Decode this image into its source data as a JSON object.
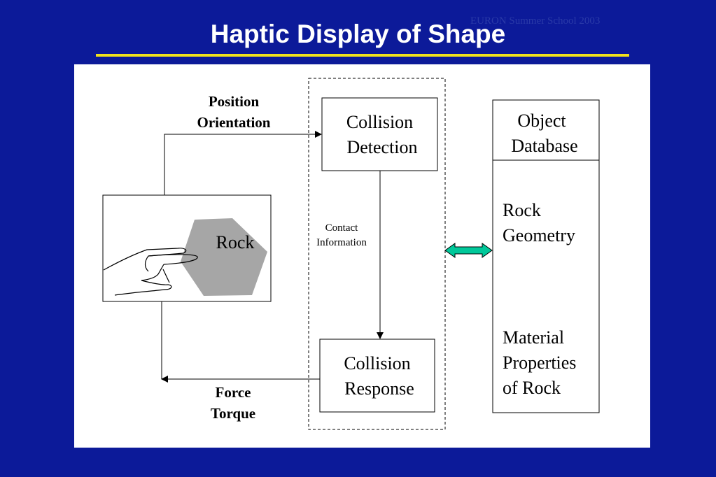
{
  "slide": {
    "title": "Haptic Display of Shape",
    "header_note": "EURON Summer School 2003",
    "background_color": "#0c1a99",
    "rule_color": "#f2e21c"
  },
  "diagram": {
    "labels": {
      "position": "Position",
      "orientation": "Orientation",
      "force": "Force",
      "torque": "Torque",
      "contact": "Contact",
      "information": "Information",
      "rock": "Rock"
    },
    "collision_detection": {
      "line1": "Collision",
      "line2": "Detection"
    },
    "collision_response": {
      "line1": "Collision",
      "line2": "Response"
    },
    "object_database": {
      "header_line1": "Object",
      "header_line2": "Database",
      "rock_geometry_line1": "Rock",
      "rock_geometry_line2": "Geometry",
      "material_line1": "Material",
      "material_line2": "Properties",
      "material_line3": "of Rock"
    },
    "colors": {
      "rock_fill": "#a6a6a6",
      "double_arrow_fill": "#00c89a"
    }
  }
}
